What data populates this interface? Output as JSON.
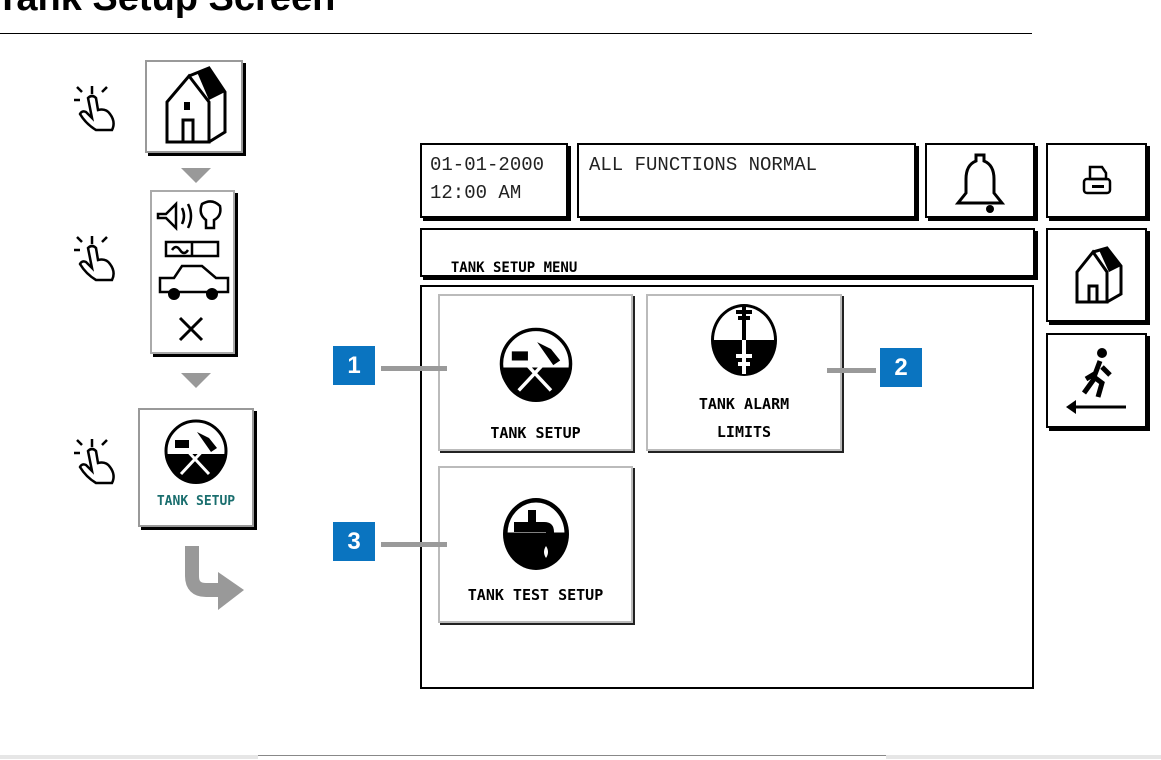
{
  "page": {
    "title": "Tank Setup Screen"
  },
  "flow": {
    "selected_label": "TANK SETUP"
  },
  "screen": {
    "date": "01-01-2000",
    "time": "12:00 AM",
    "status": "ALL FUNCTIONS NORMAL",
    "menu_title": "TANK SETUP MENU",
    "buttons": [
      {
        "label": "TANK SETUP"
      },
      {
        "label_line1": "TANK ALARM",
        "label_line2": "LIMITS"
      },
      {
        "label": "TANK TEST SETUP"
      }
    ]
  },
  "callouts": [
    "1",
    "2",
    "3"
  ],
  "colors": {
    "callout": "#0a74c0",
    "selected_text": "#1a6e6e",
    "leader": "#9a9a9a"
  }
}
